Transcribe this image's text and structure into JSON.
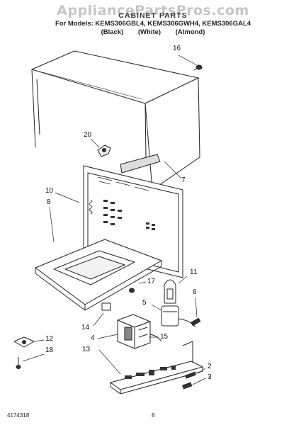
{
  "watermark": "AppliancePartsPros.com",
  "header": {
    "title": "CABINET PARTS",
    "models": "For Models: KEMS306GBL4, KEMS306GWH4, KEMS306GAL4",
    "colors": "(Black) (White) (Almond)"
  },
  "callouts": [
    "16",
    "20",
    "7",
    "10",
    "8",
    "11",
    "17",
    "6",
    "5",
    "14",
    "4",
    "15",
    "12",
    "18",
    "13",
    "2",
    "3"
  ],
  "footer": {
    "part_number": "4174318",
    "page": "8"
  }
}
